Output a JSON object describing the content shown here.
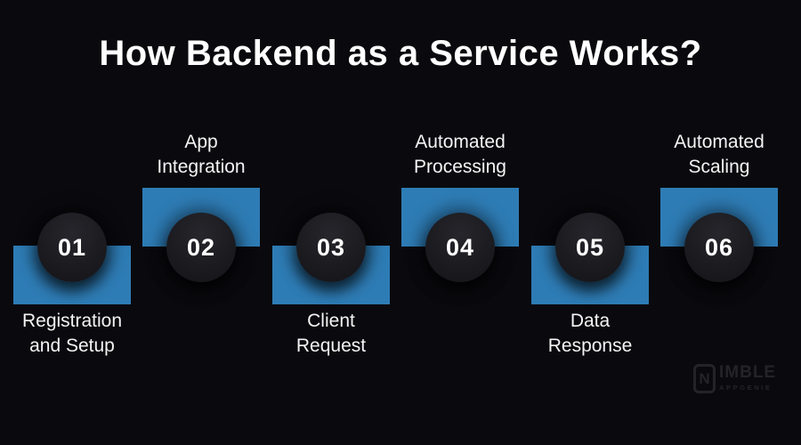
{
  "page": {
    "background_color": "#0a0a0e",
    "accent_blue": "#2e7cb5",
    "circle_color": "#1b1b20",
    "text_color": "#ffffff",
    "watermark_color": "#232329"
  },
  "title": "How Backend as a Service Works?",
  "steps": [
    {
      "number": "01",
      "label_line1": "Registration",
      "label_line2": "and Setup",
      "label_position": "below"
    },
    {
      "number": "02",
      "label_line1": "App",
      "label_line2": "Integration",
      "label_position": "above"
    },
    {
      "number": "03",
      "label_line1": "Client",
      "label_line2": "Request",
      "label_position": "below"
    },
    {
      "number": "04",
      "label_line1": "Automated",
      "label_line2": "Processing",
      "label_position": "above"
    },
    {
      "number": "05",
      "label_line1": "Data",
      "label_line2": "Response",
      "label_position": "below"
    },
    {
      "number": "06",
      "label_line1": "Automated",
      "label_line2": "Scaling",
      "label_position": "above"
    }
  ],
  "watermark": {
    "icon_letter": "N",
    "brand_text": "IMBLE",
    "brand_sub": "APPGENIE"
  }
}
